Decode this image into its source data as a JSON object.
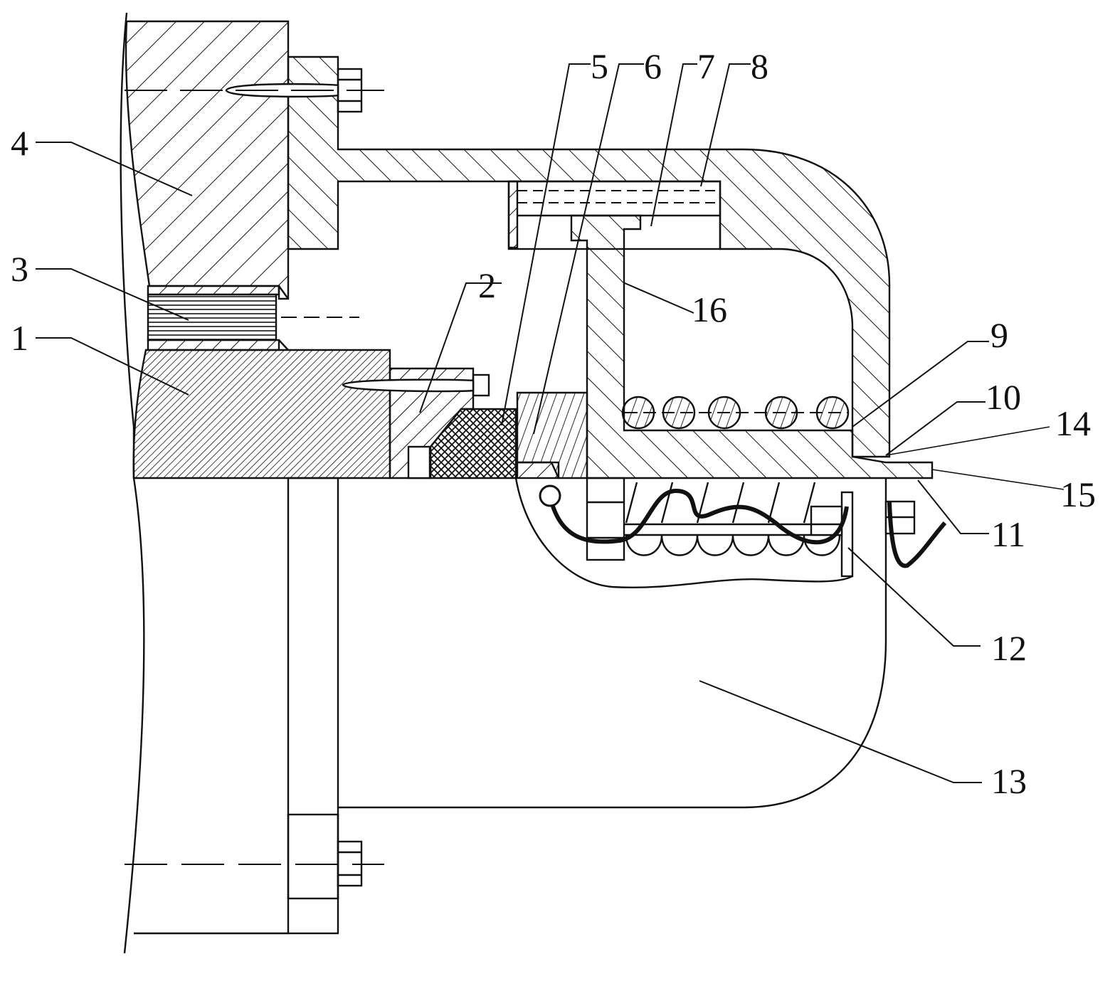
{
  "drawing": {
    "line_color": "#111111",
    "background": "#ffffff"
  },
  "callouts": [
    {
      "id": "c1",
      "text": "1"
    },
    {
      "id": "c2",
      "text": "2"
    },
    {
      "id": "c3",
      "text": "3"
    },
    {
      "id": "c4",
      "text": "4"
    },
    {
      "id": "c5",
      "text": "5"
    },
    {
      "id": "c6",
      "text": "6"
    },
    {
      "id": "c7",
      "text": "7"
    },
    {
      "id": "c8",
      "text": "8"
    },
    {
      "id": "c9",
      "text": "9"
    },
    {
      "id": "c10",
      "text": "10"
    },
    {
      "id": "c11",
      "text": "11"
    },
    {
      "id": "c12",
      "text": "12"
    },
    {
      "id": "c13",
      "text": "13"
    },
    {
      "id": "c14",
      "text": "14"
    },
    {
      "id": "c15",
      "text": "15"
    },
    {
      "id": "c16",
      "text": "16"
    }
  ]
}
